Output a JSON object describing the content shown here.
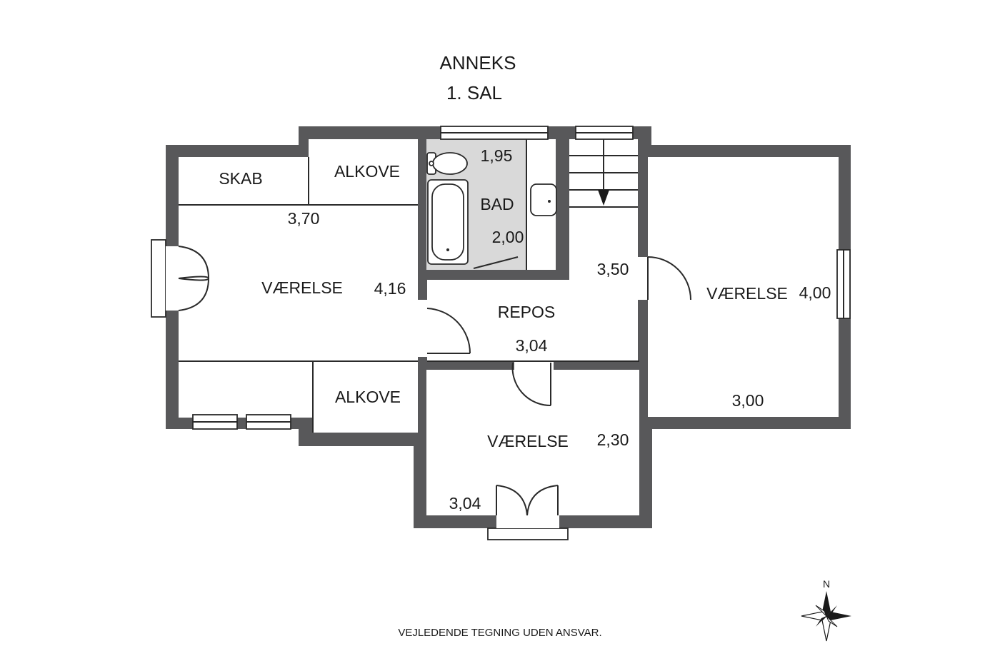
{
  "title": {
    "line1": "ANNEKS",
    "line2": "1. SAL"
  },
  "rooms": {
    "skab": "SKAB",
    "alkove_top": "ALKOVE",
    "alkove_bottom": "ALKOVE",
    "bad": "BAD",
    "repos": "REPOS",
    "vaerelse_left": "VÆRELSE",
    "vaerelse_right": "VÆRELSE",
    "vaerelse_bottom": "VÆRELSE"
  },
  "dimensions": {
    "bad_w": "1,95",
    "bad_h": "2,00",
    "left_w": "3,70",
    "left_h": "4,16",
    "repos_h": "3,50",
    "repos_w": "3,04",
    "right_h": "4,00",
    "right_w": "3,00",
    "bottom_h": "2,30",
    "bottom_w": "3,04"
  },
  "disclaimer": "VEJLEDENDE TEGNING UDEN ANSVAR.",
  "compass": {
    "north": "N"
  },
  "colors": {
    "wall": "#58585a",
    "bathroom": "#d9d9d9",
    "line": "#2a2a2a"
  }
}
